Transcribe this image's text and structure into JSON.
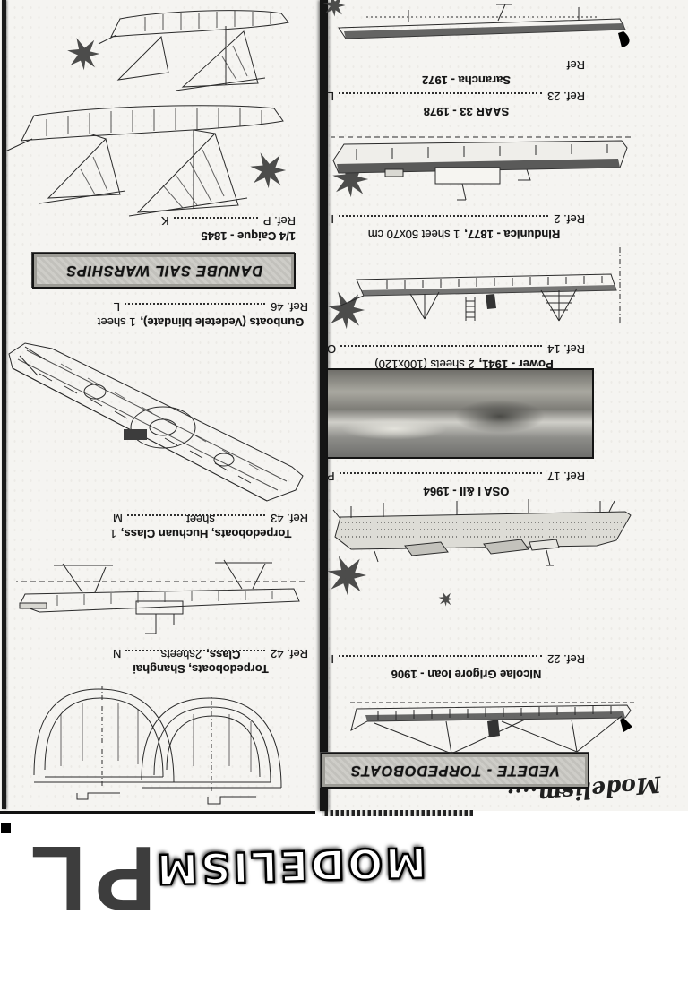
{
  "logo": {
    "word": "MODELISM",
    "suffix": "PL"
  },
  "scan": {
    "signature": "Modelism....",
    "col_torpedo": {
      "header": "VEDETE - TORPEDOBOATS",
      "items": [
        {
          "bold": "Nicolae Grigore Ioan - 1906",
          "rest": "",
          "ref": "Ref. 22",
          "code": "I"
        },
        {
          "bold": "OSA I &II - 1964",
          "rest": "",
          "ref": "Ref. 17",
          "code": "P"
        },
        {
          "bold": "Power - 1941,",
          "rest": "2 sheets (100x120)",
          "ref": "Ref. 14",
          "code": "O"
        },
        {
          "bold": "Rindunica - 1877,",
          "rest": "1 sheet 50x70 cm",
          "ref": "Ref. 2",
          "code": "I"
        },
        {
          "bold": "SAAR 33 - 1978",
          "rest": "",
          "ref": "Ref. 23",
          "code": "L"
        },
        {
          "bold": "Sarancha - 1972",
          "rest": "",
          "ref": "Ref",
          "code": ""
        }
      ]
    },
    "col_danube": {
      "header": "DANUBE SAIL WARSHIPS",
      "items": [
        {
          "bold": "Torpedoboats, Shanghai Class,",
          "rest": "2sheets",
          "ref": "Ref. 42",
          "code": "N"
        },
        {
          "bold": "Torpedoboats, Huchuan Class,",
          "rest": "1 sheet",
          "ref": "Ref. 43",
          "code": "M"
        },
        {
          "bold": "Gunboats (Vedetele blindate),",
          "rest": "1 sheet",
          "ref": "Ref. 46",
          "code": "L"
        },
        {
          "bold": "1/4 Caique - 1845",
          "rest": "",
          "ref": "Ref. P",
          "code": "K"
        }
      ]
    }
  }
}
